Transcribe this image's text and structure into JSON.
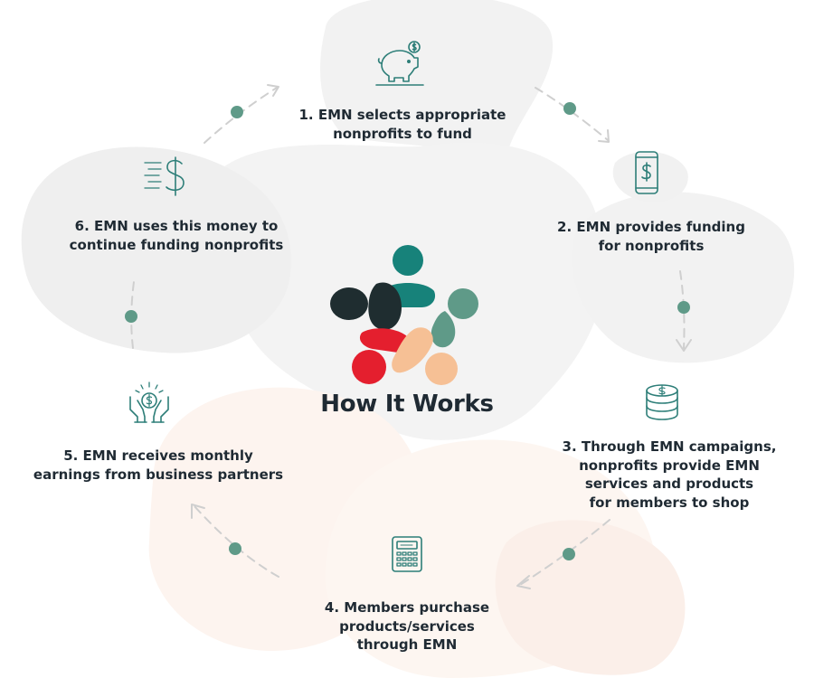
{
  "title": "How It Works",
  "colors": {
    "teal": "#17827a",
    "sage": "#5f9a88",
    "dark": "#1f2d30",
    "red": "#e41f2e",
    "peach": "#f6c095",
    "dot": "#5f9a88",
    "icon": "#2d7e78",
    "blob_gray": "#f1f1f1",
    "blob_peach": "#fdf3ee"
  },
  "steps": [
    {
      "id": "step-1",
      "icon": "piggy-bank-icon",
      "lines": [
        "1. EMN selects appropriate",
        "nonprofits to fund"
      ]
    },
    {
      "id": "step-2",
      "icon": "phone-dollar-icon",
      "lines": [
        "2. EMN provides funding",
        "for nonprofits"
      ]
    },
    {
      "id": "step-3",
      "icon": "coin-stack-icon",
      "lines": [
        "3. Through EMN campaigns,",
        "nonprofits provide EMN",
        "services and products",
        "for members to shop"
      ]
    },
    {
      "id": "step-4",
      "icon": "calculator-icon",
      "lines": [
        "4. Members purchase",
        "products/services",
        "through EMN"
      ]
    },
    {
      "id": "step-5",
      "icon": "hands-coin-icon",
      "lines": [
        "5. EMN receives monthly",
        "earnings from business partners"
      ]
    },
    {
      "id": "step-6",
      "icon": "fast-dollar-icon",
      "lines": [
        "6. EMN uses this money to",
        "continue funding nonprofits"
      ]
    }
  ]
}
